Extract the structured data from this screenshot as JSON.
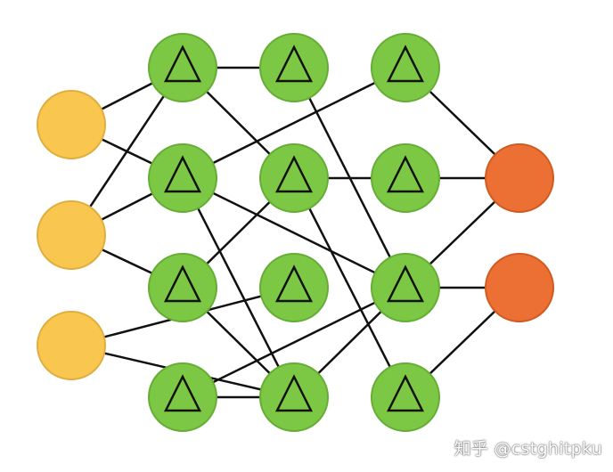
{
  "watermark": "知乎 @cstghitpku",
  "colors": {
    "input": "#F9C74F",
    "input_stroke": "#E0AE3C",
    "hidden": "#7CC744",
    "hidden_stroke": "#65AD35",
    "output": "#EC7033",
    "output_stroke": "#CF5A22",
    "edge": "#111111",
    "triangle": "#111111"
  },
  "nodes": [
    {
      "id": "i1",
      "layer": "input"
    },
    {
      "id": "i2",
      "layer": "input"
    },
    {
      "id": "i3",
      "layer": "input"
    },
    {
      "id": "a1",
      "layer": "hidden"
    },
    {
      "id": "a2",
      "layer": "hidden"
    },
    {
      "id": "a3",
      "layer": "hidden"
    },
    {
      "id": "a4",
      "layer": "hidden"
    },
    {
      "id": "b1",
      "layer": "hidden"
    },
    {
      "id": "b2",
      "layer": "hidden"
    },
    {
      "id": "b3",
      "layer": "hidden"
    },
    {
      "id": "b4",
      "layer": "hidden"
    },
    {
      "id": "c1",
      "layer": "hidden"
    },
    {
      "id": "c2",
      "layer": "hidden"
    },
    {
      "id": "c3",
      "layer": "hidden"
    },
    {
      "id": "c4",
      "layer": "hidden"
    },
    {
      "id": "o1",
      "layer": "output"
    },
    {
      "id": "o2",
      "layer": "output"
    }
  ],
  "edges": [
    [
      "i1",
      "a1"
    ],
    [
      "i1",
      "a2"
    ],
    [
      "i2",
      "a1"
    ],
    [
      "i2",
      "a2"
    ],
    [
      "i2",
      "a3"
    ],
    [
      "i3",
      "b3"
    ],
    [
      "i3",
      "b4"
    ],
    [
      "a1",
      "b1"
    ],
    [
      "a1",
      "b2"
    ],
    [
      "a2",
      "c1"
    ],
    [
      "a2",
      "c3"
    ],
    [
      "a2",
      "b4"
    ],
    [
      "a3",
      "b2"
    ],
    [
      "a3",
      "b4"
    ],
    [
      "a4",
      "b4"
    ],
    [
      "a4",
      "c3"
    ],
    [
      "b1",
      "c3"
    ],
    [
      "b2",
      "c2"
    ],
    [
      "b2",
      "c4"
    ],
    [
      "b4",
      "c3"
    ],
    [
      "c1",
      "o1"
    ],
    [
      "c2",
      "o1"
    ],
    [
      "c3",
      "o1"
    ],
    [
      "c3",
      "o2"
    ],
    [
      "c4",
      "o2"
    ]
  ]
}
